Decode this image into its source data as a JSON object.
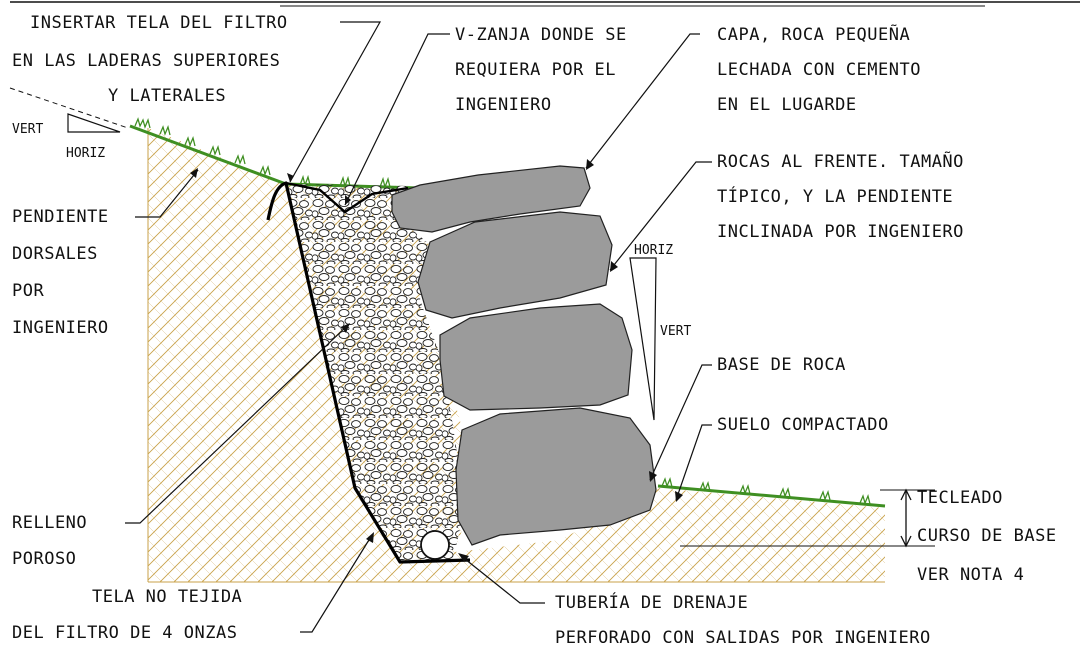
{
  "labels": {
    "insertar_1": "INSERTAR TELA DEL FILTRO",
    "insertar_2": "EN LAS LADERAS SUPERIORES",
    "insertar_3": "Y LATERALES",
    "vzanja_1": "V-ZANJA DONDE SE",
    "vzanja_2": "REQUIERA POR EL",
    "vzanja_3": "INGENIERO",
    "capa_1": "CAPA, ROCA PEQUEÑA",
    "capa_2": "LECHADA CON CEMENTO",
    "capa_3": "EN EL LUGARDE",
    "rocas_1": "ROCAS AL FRENTE. TAMAÑO",
    "rocas_2": "TÍPICO, Y LA PENDIENTE",
    "rocas_3": "INCLINADA POR INGENIERO",
    "pend_1": "PENDIENTE",
    "pend_2": "DORSALES",
    "pend_3": "POR",
    "pend_4": "INGENIERO",
    "base_roca": "BASE DE ROCA",
    "suelo": "SUELO COMPACTADO",
    "relleno_1": "RELLENO",
    "relleno_2": "POROSO",
    "tela_1": "TELA NO TEJIDA",
    "tela_2": "DEL FILTRO DE 4 ONZAS",
    "tuberia_1": "TUBERÍA DE DRENAJE",
    "tuberia_2": "PERFORADO CON SALIDAS POR INGENIERO",
    "tecleado_1": "TECLEADO",
    "tecleado_2": "CURSO DE BASE",
    "tecleado_3": "VER NOTA 4",
    "vert_small": "VERT",
    "horiz_small": "HORIZ",
    "horiz_right": "HORIZ",
    "vert_right": "VERT"
  },
  "colors": {
    "soil_hatch": "#c9a24a",
    "grass": "#3f8f22",
    "rock": "#9b9b9b",
    "outline": "#000000"
  }
}
